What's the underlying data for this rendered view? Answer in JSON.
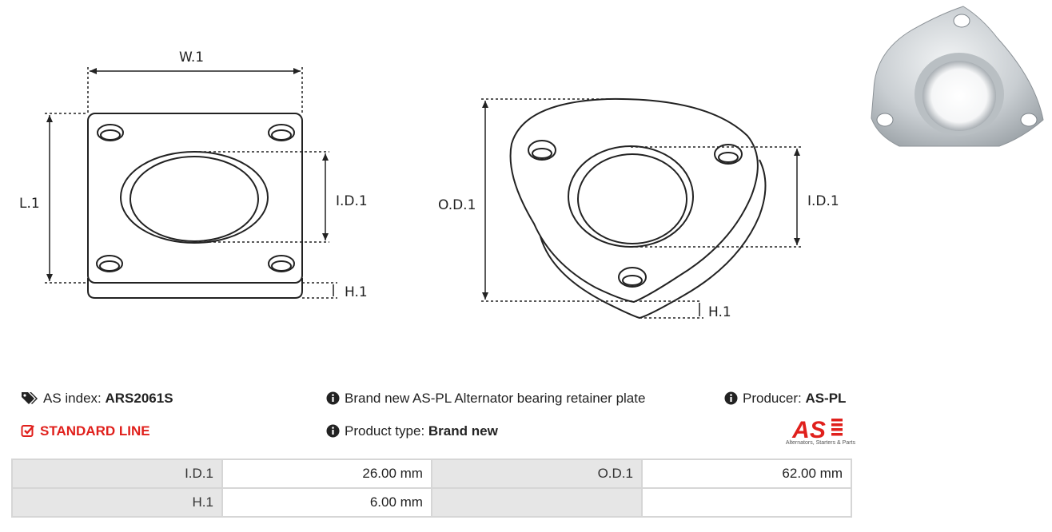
{
  "drawing_left": {
    "width_label": "W.1",
    "length_label": "L.1",
    "id_label": "I.D.1",
    "height_label": "H.1"
  },
  "drawing_right": {
    "od_label": "O.D.1",
    "id_label": "I.D.1",
    "height_label": "H.1"
  },
  "info": {
    "as_index_label": "AS index:",
    "as_index_value": "ARS2061S",
    "standard_line": "STANDARD LINE",
    "description": "Brand new AS-PL Alternator bearing retainer plate",
    "product_type_label": "Product type:",
    "product_type_value": "Brand new",
    "producer_label": "Producer:",
    "producer_value": "AS-PL",
    "logo_tagline": "Alternators, Starters & Parts",
    "brand_red": "#e0201c"
  },
  "specs": [
    {
      "label1": "I.D.1",
      "value1": "26.00 mm",
      "label2": "O.D.1",
      "value2": "62.00 mm"
    },
    {
      "label1": "H.1",
      "value1": "6.00 mm",
      "label2": "",
      "value2": ""
    }
  ]
}
